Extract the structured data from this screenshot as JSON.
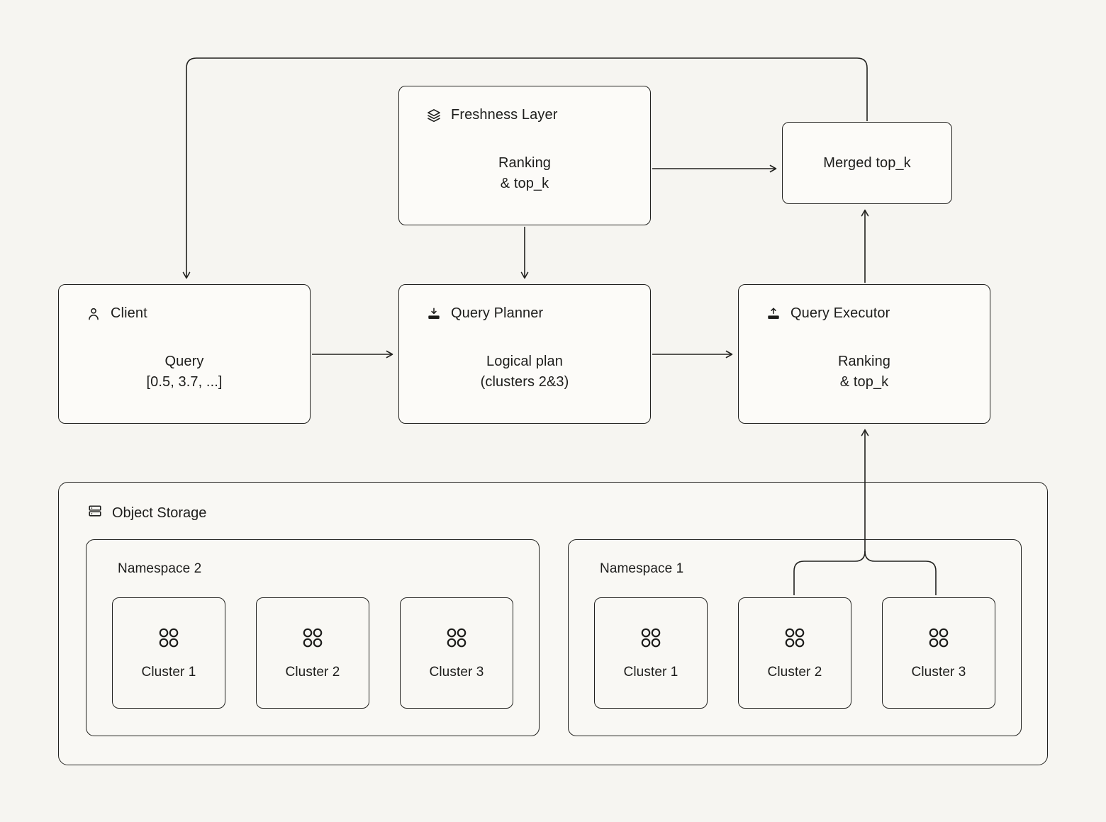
{
  "colors": {
    "background": "#f6f5f1",
    "box_fill": "#fcfbf8",
    "stroke": "#22221f",
    "text": "#1d1d1b"
  },
  "nodes": {
    "freshness": {
      "icon": "layers-icon",
      "title": "Freshness Layer",
      "body1": "Ranking",
      "body2": "& top_k"
    },
    "merged": {
      "title": "Merged top_k"
    },
    "client": {
      "icon": "person-icon",
      "title": "Client",
      "body1": "Query",
      "body2": "[0.5, 3.7, ...]"
    },
    "planner": {
      "icon": "tray-download-icon",
      "title": "Query Planner",
      "body1": "Logical plan",
      "body2": "(clusters 2&3)"
    },
    "executor": {
      "icon": "tray-upload-icon",
      "title": "Query Executor",
      "body1": "Ranking",
      "body2": "& top_k"
    }
  },
  "storage": {
    "icon": "server-icon",
    "title": "Object Storage",
    "cluster_icon": "cluster-dots-icon",
    "namespaces": [
      {
        "title": "Namespace 2",
        "clusters": [
          "Cluster 1",
          "Cluster 2",
          "Cluster 3"
        ]
      },
      {
        "title": "Namespace 1",
        "clusters": [
          "Cluster 1",
          "Cluster 2",
          "Cluster 3"
        ]
      }
    ]
  }
}
